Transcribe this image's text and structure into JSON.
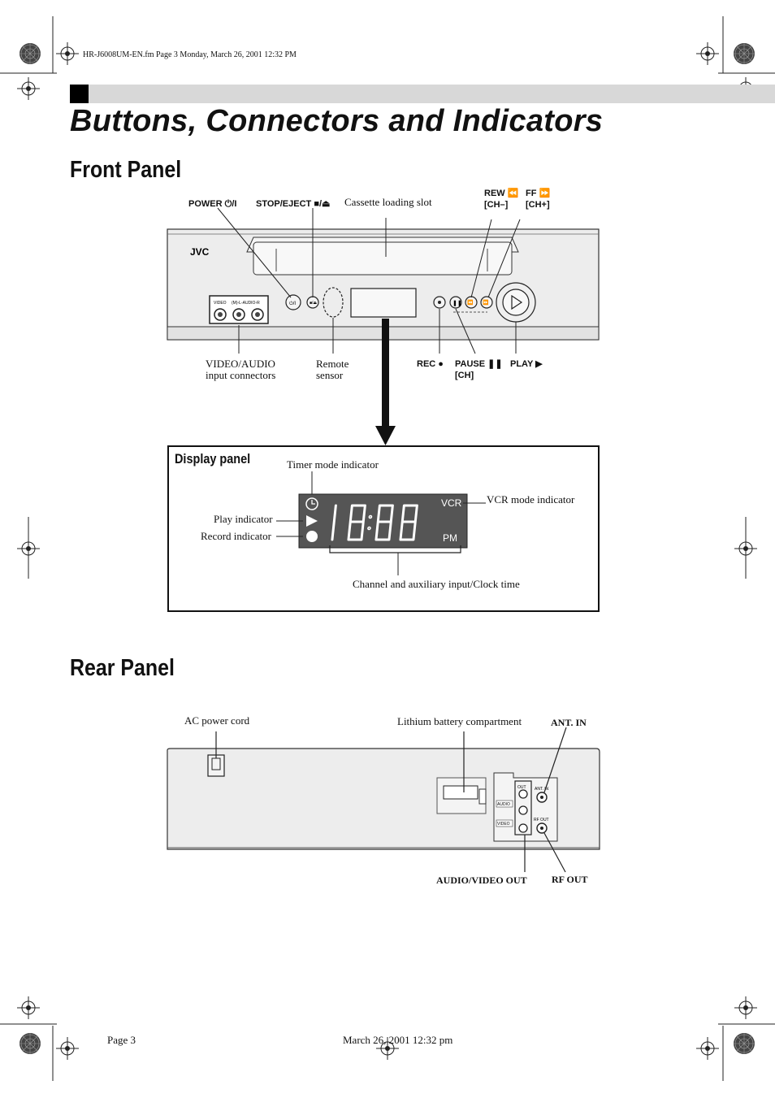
{
  "file_header": "HR-J6008UM-EN.fm  Page 3  Monday, March 26, 2001  12:32 PM",
  "title": "Buttons, Connectors and Indicators",
  "front_panel": {
    "heading": "Front Panel",
    "brand": "JVC",
    "labels": {
      "power": "POWER ⏻/I",
      "stop_eject": "STOP/EJECT ■/⏏",
      "cassette_slot": "Cassette loading slot",
      "rew": "REW ⏪",
      "rew_ch": "[CH–]",
      "ff": "FF ⏩",
      "ff_ch": "[CH+]",
      "video_audio": "VIDEO/AUDIO",
      "input_connectors": "input connectors",
      "remote": "Remote",
      "sensor": "sensor",
      "rec": "REC ●",
      "pause": "PAUSE ❚❚",
      "pause_ch": "[CH]",
      "play": "PLAY ▶"
    },
    "jack_labels": {
      "video": "VIDEO",
      "audio": "(M)-L-AUDIO-R"
    }
  },
  "display_panel": {
    "heading": "Display panel",
    "timer": "Timer mode indicator",
    "vcr_mode": "VCR mode indicator",
    "play_ind": "Play indicator",
    "record_ind": "Record indicator",
    "channel": "Channel and auxiliary input/Clock time",
    "vcr_text": "VCR",
    "pm_text": "PM"
  },
  "rear_panel": {
    "heading": "Rear Panel",
    "ac_cord": "AC power cord",
    "battery": "Lithium battery compartment",
    "ant_in": "ANT. IN",
    "av_out": "AUDIO/VIDEO OUT",
    "rf_out": "RF OUT",
    "jack_labels": {
      "out": "OUT",
      "audio": "AUDIO",
      "video": "VIDEO",
      "ant_in": "ANT. IN",
      "rf_out": "RF OUT"
    }
  },
  "footer": {
    "page": "Page 3",
    "date": "March 26, 2001 12:32 pm"
  }
}
